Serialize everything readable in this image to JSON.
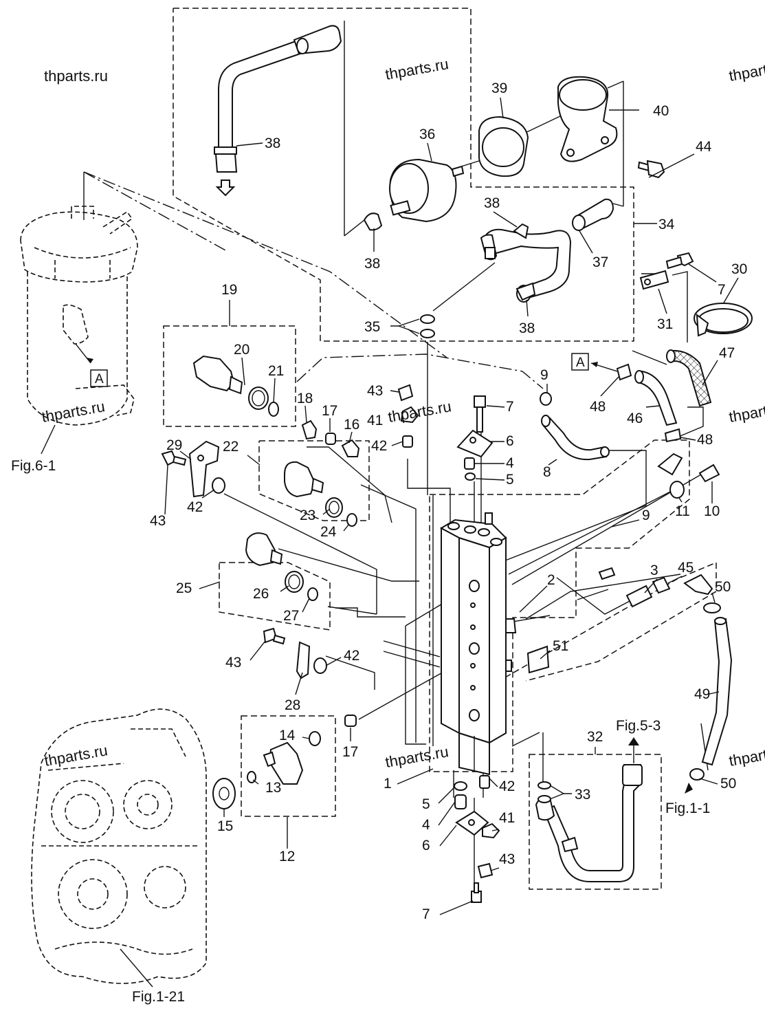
{
  "watermarks": [
    "thparts.ru",
    "thparts.ru",
    "thparts.ru",
    "thparts.ru",
    "thparts.ru",
    "thparts.ru",
    "thparts.ru",
    "thparts.ru",
    "thparts.ru"
  ],
  "references": {
    "fig_6_1": "Fig.6-1",
    "fig_1_21": "Fig.1-21",
    "fig_5_3": "Fig.5-3",
    "fig_1_1": "Fig.1-1",
    "view_marker": "A"
  },
  "callouts": [
    "38",
    "36",
    "39",
    "40",
    "44",
    "38",
    "34",
    "38",
    "37",
    "38",
    "7",
    "30",
    "31",
    "35",
    "19",
    "20",
    "21",
    "18",
    "17",
    "16",
    "43",
    "41",
    "42",
    "7",
    "6",
    "4",
    "5",
    "9",
    "A",
    "48",
    "46",
    "47",
    "48",
    "8",
    "29",
    "22",
    "43",
    "42",
    "23",
    "24",
    "25",
    "26",
    "27",
    "9",
    "3",
    "45",
    "10",
    "11",
    "2",
    "50",
    "51",
    "43",
    "42",
    "28",
    "49",
    "14",
    "17",
    "13",
    "15",
    "12",
    "1",
    "32",
    "5",
    "42",
    "33",
    "4",
    "41",
    "6",
    "43",
    "7",
    "50"
  ]
}
